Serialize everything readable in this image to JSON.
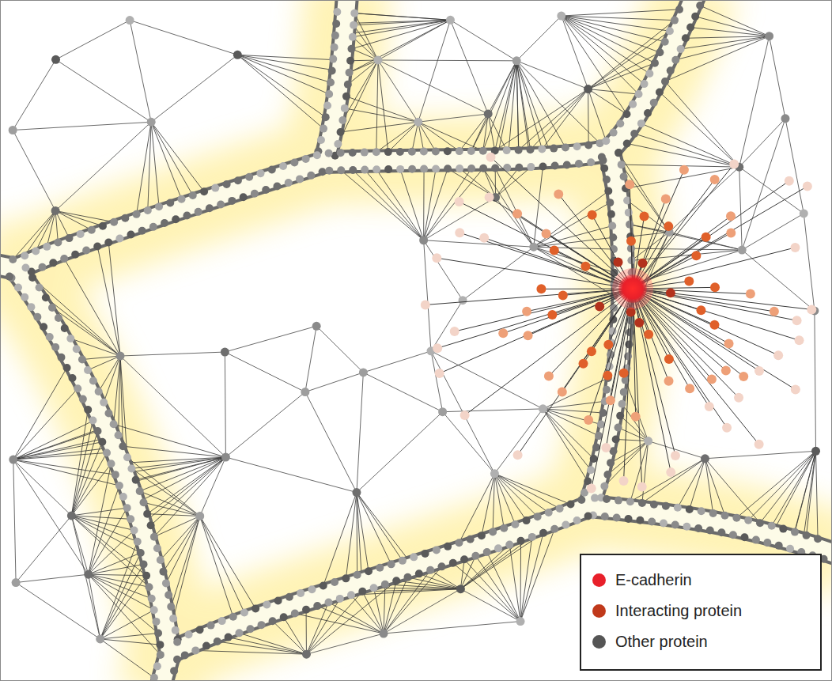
{
  "diagram": {
    "legend": [
      {
        "text": "E-cadherin",
        "color": "#e8202a"
      },
      {
        "text": "Interacting protein",
        "color": "#c0391b"
      },
      {
        "text": "Other protein",
        "color": "#555555"
      }
    ]
  }
}
